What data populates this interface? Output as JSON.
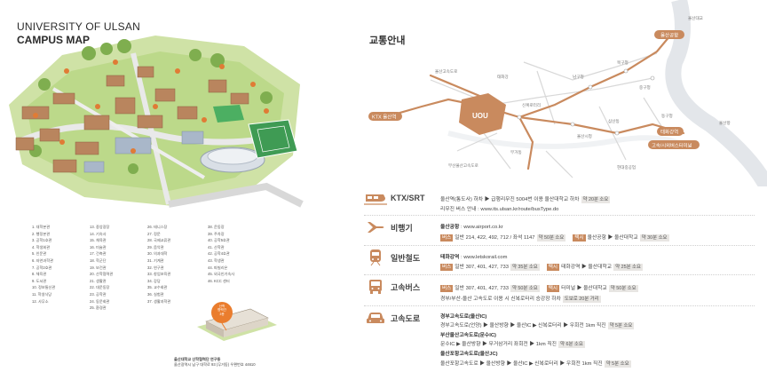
{
  "campus": {
    "title_line1": "UNIVERSITY OF ULSAN",
    "title_line2": "CAMPUS MAP",
    "legend_col1": [
      "1. 대학본관",
      "2. 행정본관",
      "3. 공학1호관",
      "4. 학생회관",
      "5. 인문관",
      "6. 자연과학관",
      "7. 공학2호관",
      "8. 체육관",
      "9. 도서관",
      "10. 정보통신관",
      "11. 학생식당",
      "12. 사무소"
    ],
    "legend_col2": [
      "13. 중앙광장",
      "14. 기숙사",
      "15. 체육관",
      "16. 미술관",
      "17. 건축관",
      "18. 학군단",
      "19. 보건관",
      "20. 산학협력관",
      "21. 생활관",
      "22. 대운동장",
      "23. 공학관",
      "24. 동문회관",
      "25. 환경관"
    ],
    "legend_col3": [
      "26. 테니스장",
      "27. 정문",
      "28. 국제교류관",
      "29. 음악관",
      "30. 의과대학",
      "31. 기계관",
      "32. 연구관",
      "33. 창업보육관",
      "34. 강당",
      "35. 교수회관",
      "36. 실험관",
      "37. 생활과학관"
    ],
    "legend_col4": [
      "38. 운동장",
      "39. 주차장",
      "40. 공학5호관",
      "41. 산학관",
      "42. 공학4호관",
      "43. 학생관",
      "44. 파빌리온",
      "45. 외국인기숙사",
      "46. KCC 센터"
    ],
    "badge": "산학\n협력관\n3층",
    "address_line1": "울산대학교 산학협력단 연구동",
    "address_line2": "울산광역시 남구 대학로 93 (무거동) 우편번호 44610"
  },
  "transport": {
    "title": "교통안내",
    "map_labels": {
      "ktx": "KTX 울산역",
      "airport": "울산공항",
      "station": "태화강역",
      "terminal": "고속/시외버스터미널",
      "univ": "UOU",
      "expressway": "울산고속도로",
      "taehwa_river": "태화강",
      "north_port": "북구청",
      "jung_gu": "중구청",
      "nam_gu": "남구청",
      "east_gu": "동구청",
      "city_hall": "울산시청",
      "mugeo": "무거동",
      "sinbok": "신복로터리",
      "busan": "부산울산고속도로",
      "ulsanbridge": "울산대교",
      "samsan": "삼산동",
      "hyundai": "현대중공업",
      "port": "울산항"
    },
    "rows": [
      {
        "name": "KTX/SRT",
        "lines": [
          {
            "text": "울산역(통도사) 하차 ▶ 급행리무진 5004번 이용 울산대학교 하차",
            "pill": "약 20분 소요"
          },
          {
            "text": "리무진 버스 안내 : www.its.ulsan.kr/route/busType.do"
          }
        ]
      },
      {
        "name": "비행기",
        "lines": [
          {
            "bold": "울산공항",
            "text": ": www.airport.co.kr"
          },
          {
            "tag": "버스",
            "text": "일반 214, 422, 492, 712 / 좌석 1147",
            "pill": "약 50분 소요",
            "tag2": "택시",
            "text2": "울산공항 ▶ 울산대학교",
            "pill2": "약 30분 소요"
          }
        ]
      },
      {
        "name": "일반철도",
        "lines": [
          {
            "bold": "태화강역",
            "text": ": www.letskorail.com"
          },
          {
            "tag": "버스",
            "text": "일반 307, 401, 427, 733",
            "pill": "약 35분 소요",
            "tag2": "택시",
            "text2": "태화강역 ▶ 울산대학교",
            "pill2": "약 25분 소요"
          }
        ]
      },
      {
        "name": "고속버스",
        "lines": [
          {
            "tag": "버스",
            "text": "일반 307, 401, 427, 733",
            "pill": "약 50분 소요",
            "tag2": "택시",
            "text2": "터미널 ▶ 울산대학교",
            "pill2": "약 50분 소요"
          },
          {
            "text": "경부/부산-울산 고속도로 이용 시 신복로터리 승강장 하차",
            "pill": "도보로 20분 거리"
          }
        ]
      },
      {
        "name": "고속도로",
        "lines": [
          {
            "bold": "경부고속도로(울산IC)"
          },
          {
            "text": "경부고속도로(언양) ▶ 울산방향 ▶ 울산IC ▶ 신복로터리 ▶ 우회전 1km 직진",
            "pill": "약 5분 소요"
          },
          {
            "bold": "부산울산고속도로(문수IC)"
          },
          {
            "text": "문수IC ▶ 울산방향 ▶ 무거삼거리 좌회전 ▶ 1km 직진",
            "pill": "약 6분 소요"
          },
          {
            "bold": "울산포항고속도로(울산JC)"
          },
          {
            "text": "울산포항고속도로 ▶ 울산방향 ▶ 울산IC ▶ 신복로터리 ▶ 우회전 1km 직진",
            "pill": "약 5분 소요"
          }
        ]
      }
    ]
  }
}
